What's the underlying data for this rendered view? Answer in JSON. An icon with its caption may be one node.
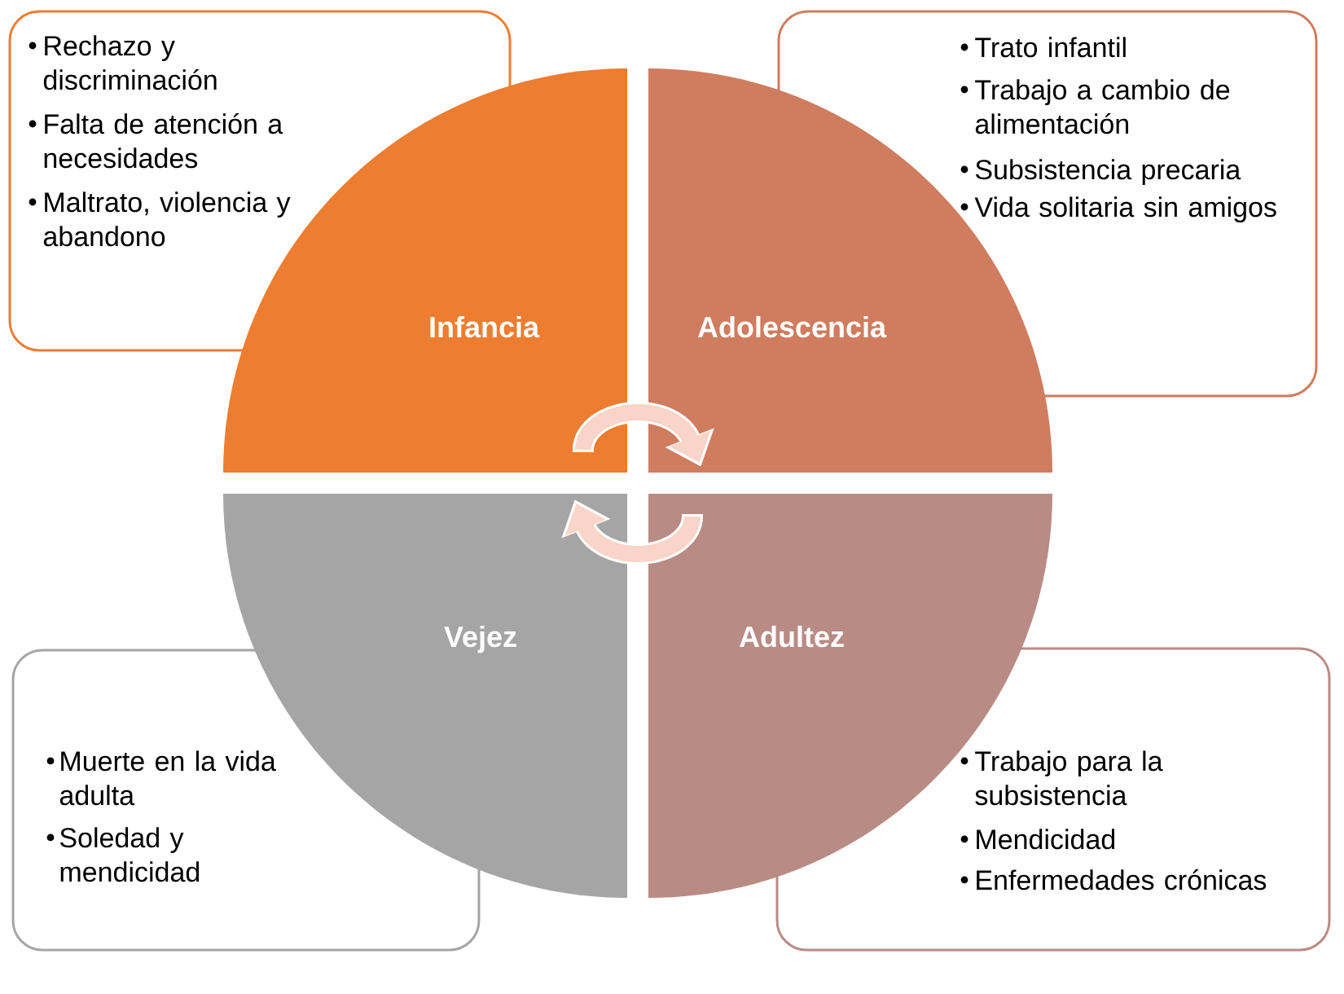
{
  "diagram": {
    "nodes": [
      {
        "text": [
          "Rechazo y discriminación",
          "Falta de atención a necesidades",
          "Maltrato, violencia y abandono"
        ]
      },
      {
        "text": [
          "Trato infantil",
          "Trabajo a cambio de alimentación",
          "Subsistencia precaria",
          "Vida solitaria sin amigos"
        ]
      },
      {
        "text": [
          "Infancia"
        ]
      },
      {
        "text": [
          "Adolescencia"
        ]
      },
      {
        "text": [
          "Vejez"
        ]
      },
      {
        "text": [
          "Adultez"
        ]
      },
      {
        "text": [
          "Muerte en la vida adulta",
          "Soledad y mendicidad"
        ]
      },
      {
        "text": [
          "Trabajo para la subsistencia",
          "Mendicidad",
          "Enfermedades crónicas"
        ]
      }
    ],
    "edges": [
      {
        "from": 2,
        "to": 3,
        "arrow": "to"
      },
      {
        "from": 5,
        "to": 4,
        "arrow": "to"
      }
    ]
  }
}
